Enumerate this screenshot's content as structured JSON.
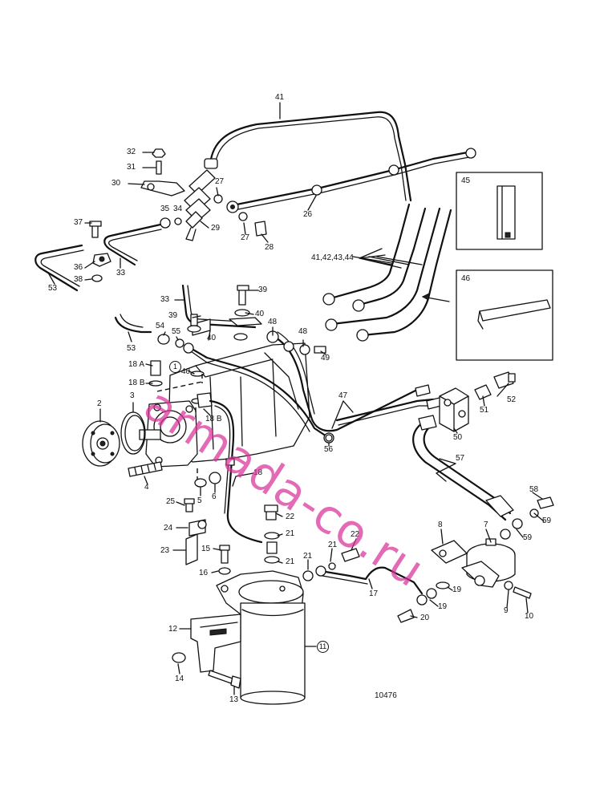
{
  "diagram": {
    "figure_number": "10476",
    "watermark": "armada-co.ru",
    "colors": {
      "line": "#111111",
      "background": "#ffffff",
      "watermark": "#d9339a"
    },
    "callouts": [
      {
        "id": "c41",
        "text": "41"
      },
      {
        "id": "c32",
        "text": "32"
      },
      {
        "id": "c31",
        "text": "31"
      },
      {
        "id": "c30",
        "text": "30"
      },
      {
        "id": "c27a",
        "text": "27"
      },
      {
        "id": "c35",
        "text": "35"
      },
      {
        "id": "c34",
        "text": "34"
      },
      {
        "id": "c29",
        "text": "29"
      },
      {
        "id": "c26",
        "text": "26"
      },
      {
        "id": "c27b",
        "text": "27"
      },
      {
        "id": "c28",
        "text": "28"
      },
      {
        "id": "c37",
        "text": "37"
      },
      {
        "id": "c36",
        "text": "36"
      },
      {
        "id": "c38",
        "text": "38"
      },
      {
        "id": "c53a",
        "text": "53"
      },
      {
        "id": "c33a",
        "text": "33"
      },
      {
        "id": "c4144",
        "text": "41,42,43,44"
      },
      {
        "id": "c45",
        "text": "45"
      },
      {
        "id": "c46",
        "text": "46"
      },
      {
        "id": "c33b",
        "text": "33"
      },
      {
        "id": "c39a",
        "text": "39"
      },
      {
        "id": "c39b",
        "text": "39"
      },
      {
        "id": "c40a",
        "text": "40"
      },
      {
        "id": "c40b",
        "text": "40"
      },
      {
        "id": "c48a",
        "text": "48"
      },
      {
        "id": "c48b",
        "text": "48"
      },
      {
        "id": "c49",
        "text": "49"
      },
      {
        "id": "c54",
        "text": "54"
      },
      {
        "id": "c55",
        "text": "55"
      },
      {
        "id": "c53b",
        "text": "53"
      },
      {
        "id": "c18a",
        "text": "18 A"
      },
      {
        "id": "c18b",
        "text": "18 B"
      },
      {
        "id": "c40c",
        "text": "40"
      },
      {
        "id": "c1",
        "text": "1"
      },
      {
        "id": "c47",
        "text": "47"
      },
      {
        "id": "c52",
        "text": "52"
      },
      {
        "id": "c51",
        "text": "51"
      },
      {
        "id": "c50",
        "text": "50"
      },
      {
        "id": "c2",
        "text": "2"
      },
      {
        "id": "c3",
        "text": "3"
      },
      {
        "id": "c18b2",
        "text": "18 B"
      },
      {
        "id": "c56",
        "text": "56"
      },
      {
        "id": "c57",
        "text": "57"
      },
      {
        "id": "c4",
        "text": "4"
      },
      {
        "id": "c18",
        "text": "18"
      },
      {
        "id": "c5",
        "text": "5"
      },
      {
        "id": "c6",
        "text": "6"
      },
      {
        "id": "c58",
        "text": "58"
      },
      {
        "id": "c59a",
        "text": "59"
      },
      {
        "id": "c59b",
        "text": "59"
      },
      {
        "id": "c25",
        "text": "25"
      },
      {
        "id": "c22a",
        "text": "22"
      },
      {
        "id": "c24",
        "text": "24"
      },
      {
        "id": "c21a",
        "text": "21"
      },
      {
        "id": "c8",
        "text": "8"
      },
      {
        "id": "c7",
        "text": "7"
      },
      {
        "id": "c22b",
        "text": "22"
      },
      {
        "id": "c21b",
        "text": "21"
      },
      {
        "id": "c23",
        "text": "23"
      },
      {
        "id": "c15",
        "text": "15"
      },
      {
        "id": "c21c",
        "text": "21"
      },
      {
        "id": "c16",
        "text": "16"
      },
      {
        "id": "c21d",
        "text": "21"
      },
      {
        "id": "c17",
        "text": "17"
      },
      {
        "id": "c19a",
        "text": "19"
      },
      {
        "id": "c19b",
        "text": "19"
      },
      {
        "id": "c9",
        "text": "9"
      },
      {
        "id": "c10",
        "text": "10"
      },
      {
        "id": "c20",
        "text": "20"
      },
      {
        "id": "c12",
        "text": "12"
      },
      {
        "id": "c11",
        "text": "11"
      },
      {
        "id": "c14",
        "text": "14"
      },
      {
        "id": "c13",
        "text": "13"
      }
    ]
  }
}
